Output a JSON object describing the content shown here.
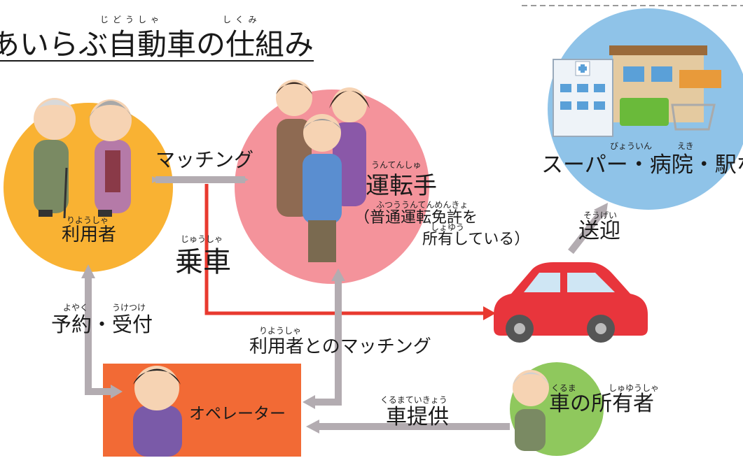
{
  "title": {
    "text": "あいらぶ自動車の仕組み",
    "ruby1": "じどうしゃ",
    "ruby2": "しくみ"
  },
  "nodes": {
    "user": {
      "label": "利用者",
      "ruby": "りようしゃ"
    },
    "driver": {
      "label": "運転手",
      "ruby": "うんてんしゅ",
      "note_line1": "（普通運転免許を",
      "note_ruby1": "ふつううんてんめんきょ",
      "note_line2": "所有している）",
      "note_ruby2": "しょゆう"
    },
    "destination": {
      "label": "スーパー・病院・駅など",
      "ruby1": "びょういん",
      "ruby2": "えき"
    },
    "operator": {
      "label": "オペレーター"
    },
    "owner": {
      "label": "車の所有者",
      "ruby1": "くるま",
      "ruby2": "しゅゆうしゃ"
    }
  },
  "edges": {
    "matching": {
      "label": "マッチング"
    },
    "ride": {
      "label": "乗車",
      "ruby": "じゅうしゃ"
    },
    "pickup": {
      "label": "送迎",
      "ruby": "そうげい"
    },
    "reservation": {
      "label": "予約・受付",
      "ruby1": "よやく",
      "ruby2": "うけつけ"
    },
    "user_matching": {
      "label": "利用者とのマッチング",
      "ruby": "りようしゃ"
    },
    "car_provision": {
      "label": "車提供",
      "ruby": "くるまていきょう"
    }
  },
  "colors": {
    "user_circle": "#f9b233",
    "driver_circle": "#f4939b",
    "destination_circle": "#8fc3e8",
    "owner_circle": "#8fc85d",
    "operator_box": "#f26a35",
    "arrow_gray": "#b3acb1",
    "arrow_red": "#e8392f",
    "car_red": "#e8353c"
  },
  "icons": [
    "elderly-couple-icon",
    "family-drivers-icon",
    "hospital-store-icon",
    "red-car-icon",
    "operator-person-icon",
    "elderly-owner-icon"
  ]
}
